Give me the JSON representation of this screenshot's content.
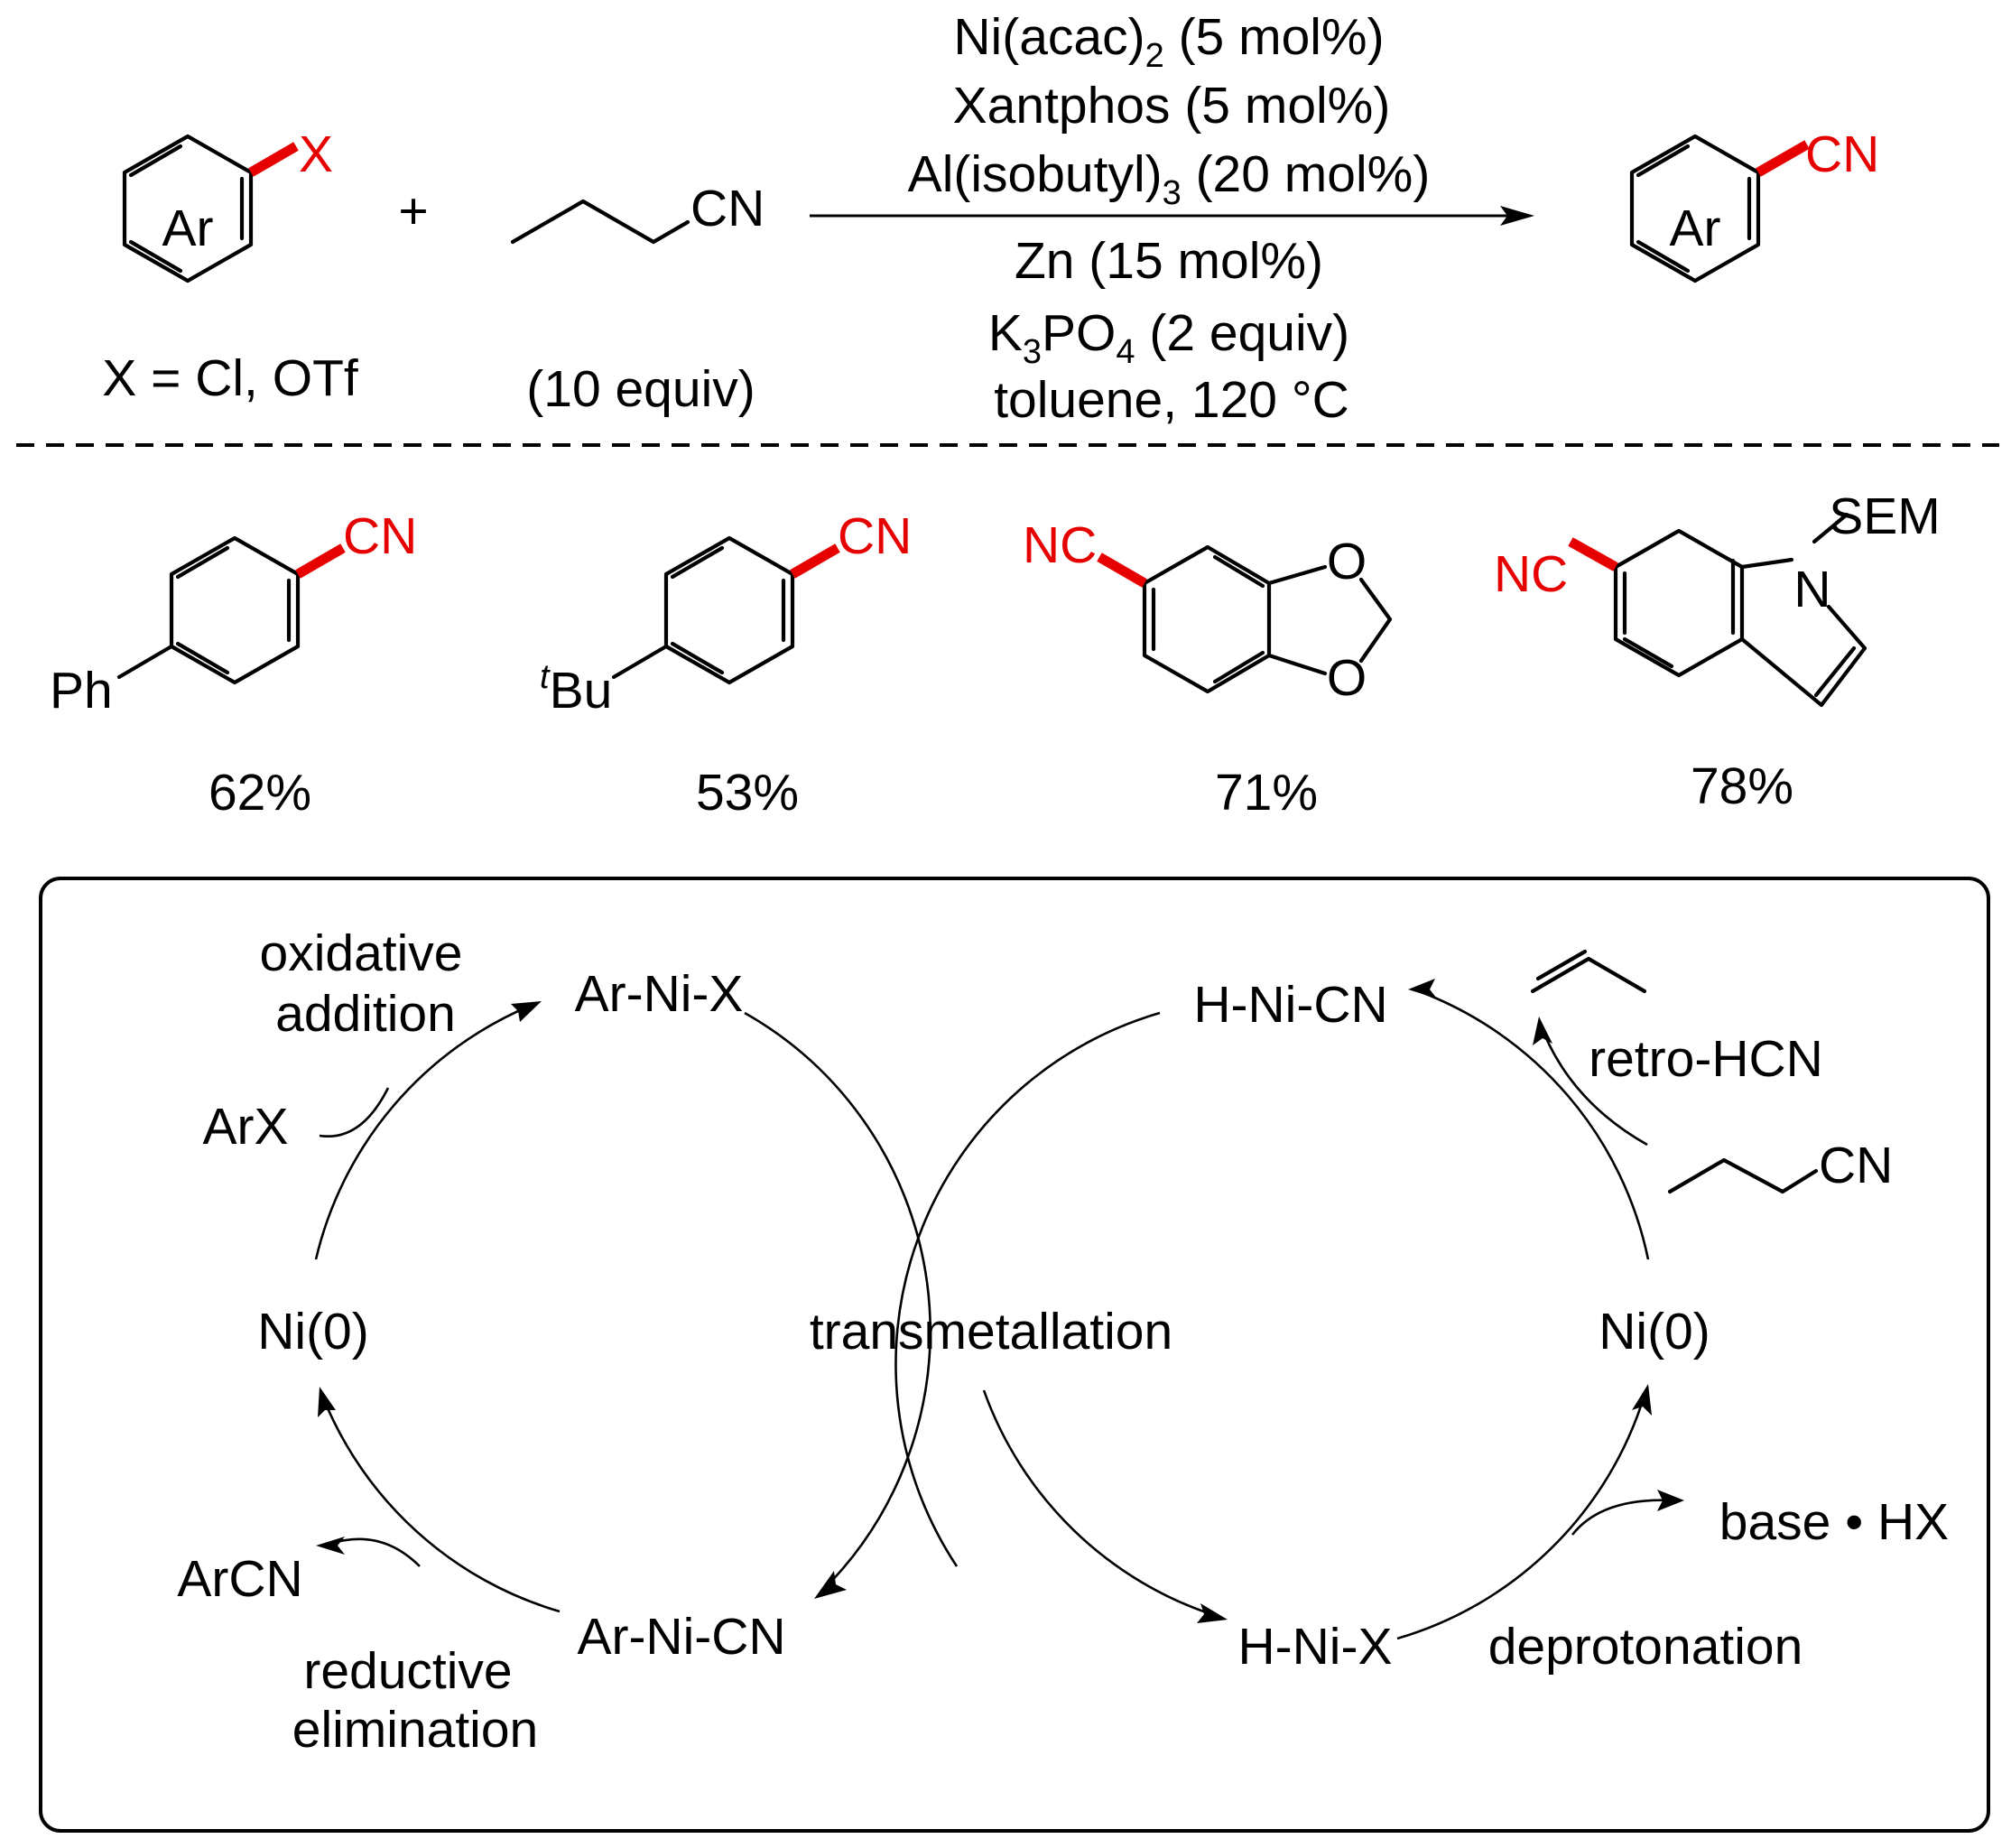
{
  "colors": {
    "highlight": "#e60000",
    "ink": "#000000",
    "background": "#ffffff"
  },
  "reaction": {
    "reactant_ring_label": "Ar",
    "reactant_substituent": "X",
    "reactant_note": "X = Cl, OTf",
    "plus": "+",
    "reagent_group": "CN",
    "reagent_note": "(10 equiv)",
    "conditions_above": [
      {
        "text": "Ni(acac)",
        "sub": "2",
        "after": " (5 mol%)"
      },
      {
        "text": "Xantphos (5 mol%)",
        "sub": "",
        "after": ""
      },
      {
        "text": "Al(isobutyl)",
        "sub": "3",
        "after": " (20 mol%)"
      }
    ],
    "conditions_below": [
      {
        "pre": "Zn (15 mol%)",
        "sub": "",
        "post": ""
      },
      {
        "pre": "K",
        "sub": "3",
        "post": "PO",
        "sub2": "4",
        "post2": " (2 equiv)"
      },
      {
        "pre": "toluene, 120 °C",
        "sub": "",
        "post": ""
      }
    ],
    "product_ring_label": "Ar",
    "product_group": "CN"
  },
  "substrates": [
    {
      "substituent": "Ph",
      "group": "CN",
      "yield": "62%"
    },
    {
      "substituent_sup": "t",
      "substituent": "Bu",
      "group": "CN",
      "yield": "53%"
    },
    {
      "group": "NC",
      "hetero_top": "O",
      "hetero_bottom": "O",
      "yield": "71%"
    },
    {
      "group": "NC",
      "hetero_n": "N",
      "protecting_group": "SEM",
      "yield": "78%"
    }
  ],
  "mechanism": {
    "left_cycle": {
      "top": "Ar-Ni-X",
      "left": "Ni(0)",
      "bottom": "Ar-Ni-CN",
      "input": "ArX",
      "output": "ArCN",
      "step_top": [
        "oxidative",
        "addition"
      ],
      "step_bottom": [
        "reductive",
        "elimination"
      ]
    },
    "center_label": "transmetallation",
    "right_cycle": {
      "top": "H-Ni-CN",
      "right": "Ni(0)",
      "bottom": "H-Ni-X",
      "reagent": "CN",
      "step_top": "retro-HCN",
      "step_bottom": "deprotonation",
      "byproduct": "base • HX"
    }
  }
}
